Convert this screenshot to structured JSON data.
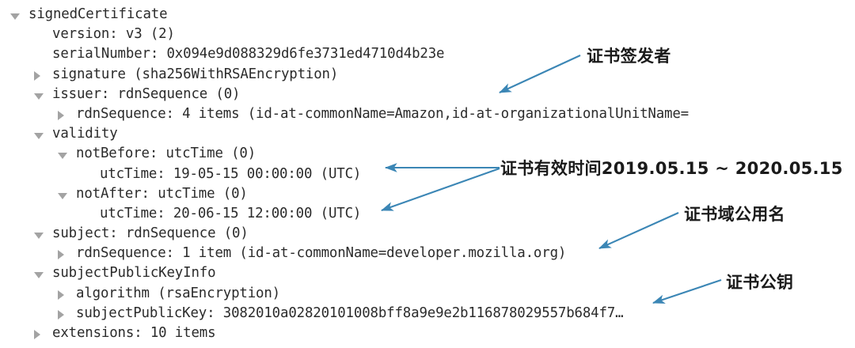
{
  "view": {
    "title": "signedCertificate",
    "accent_arrow_color": "#3b86b5",
    "text_color": "#2b2b2b",
    "twisty_color": "#a3a3a3",
    "background": "#ffffff"
  },
  "tree": {
    "rows": [
      {
        "level": 0,
        "state": "expanded",
        "text": "signedCertificate"
      },
      {
        "level": 1,
        "state": "none",
        "text": "version: v3 (2)"
      },
      {
        "level": 1,
        "state": "none",
        "text": "serialNumber: 0x094e9d088329d6fe3731ed4710d4b23e"
      },
      {
        "level": 1,
        "state": "collapsed",
        "text": "signature (sha256WithRSAEncryption)"
      },
      {
        "level": 1,
        "state": "expanded",
        "text": "issuer: rdnSequence (0)"
      },
      {
        "level": 2,
        "state": "collapsed",
        "text": "rdnSequence: 4 items (id-at-commonName=Amazon,id-at-organizationalUnitName="
      },
      {
        "level": 1,
        "state": "expanded",
        "text": "validity"
      },
      {
        "level": 2,
        "state": "expanded",
        "text": "notBefore: utcTime (0)"
      },
      {
        "level": 3,
        "state": "none",
        "text": "utcTime: 19-05-15 00:00:00 (UTC)"
      },
      {
        "level": 2,
        "state": "expanded",
        "text": "notAfter: utcTime (0)"
      },
      {
        "level": 3,
        "state": "none",
        "text": "utcTime: 20-06-15 12:00:00 (UTC)"
      },
      {
        "level": 1,
        "state": "expanded",
        "text": "subject: rdnSequence (0)"
      },
      {
        "level": 2,
        "state": "collapsed",
        "text": "rdnSequence: 1 item (id-at-commonName=developer.mozilla.org)"
      },
      {
        "level": 1,
        "state": "expanded",
        "text": "subjectPublicKeyInfo"
      },
      {
        "level": 2,
        "state": "collapsed",
        "text": "algorithm (rsaEncryption)"
      },
      {
        "level": 2,
        "state": "collapsed",
        "text": "subjectPublicKey: 3082010a02820101008bff8a9e9e2b116878029557b684f7…"
      },
      {
        "level": 1,
        "state": "collapsed",
        "text": "extensions: 10 items"
      }
    ]
  },
  "annotations": {
    "issuer": "证书签发者",
    "validity": "证书有效时间2019.05.15 ~ 2020.05.15",
    "common_name": "证书域公用名",
    "public_key": "证书公钥"
  }
}
